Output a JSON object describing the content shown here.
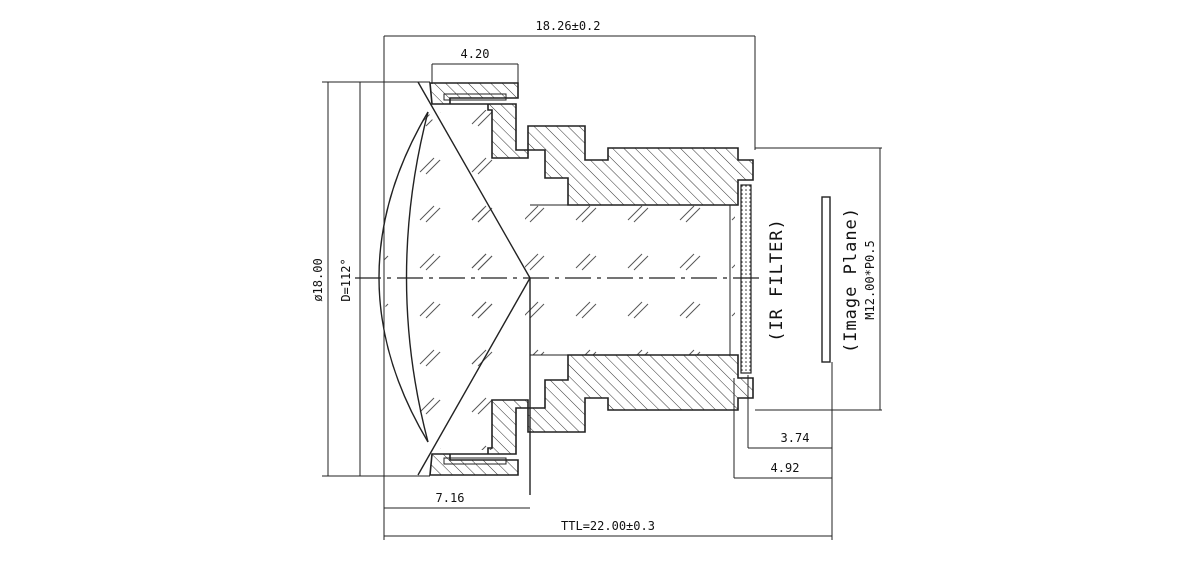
{
  "dimensions": {
    "overall_length": "18.26±0.2",
    "front_flange_width": "4.20",
    "diameter": "ø18.00",
    "field_of_view": "D=112°",
    "lens_depth": "7.16",
    "back_focal_1": "3.74",
    "back_focal_2": "4.92",
    "total_track_length": "TTL=22.00±0.3",
    "thread": "M12.00*P0.5"
  },
  "labels": {
    "ir_filter": "(IR FILTER)",
    "image_plane": "(Image Plane)"
  }
}
